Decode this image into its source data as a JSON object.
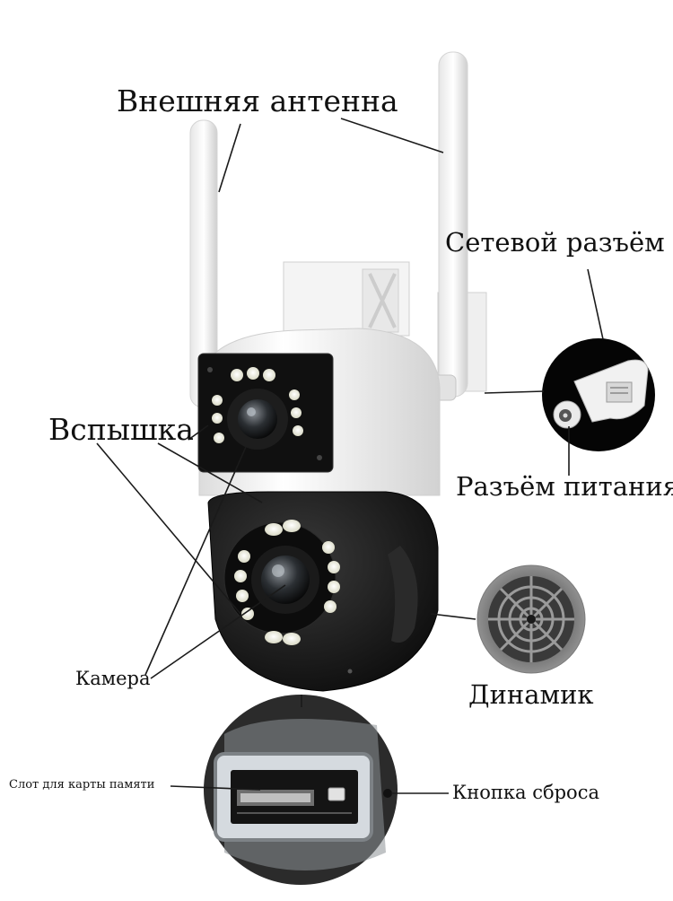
{
  "labels": {
    "external_antenna": "Внешняя антенна",
    "network_connector": "Сетевой разъём",
    "flash": "Вспышка",
    "power_connector": "Разъём питания",
    "camera": "Камера",
    "speaker": "Динамик",
    "memory_card_slot": "Слот для карты памяти",
    "reset_button": "Кнопка сброса"
  },
  "colors": {
    "housing_white": "#f2f2f2",
    "housing_black": "#141414",
    "led_white": "#f5f5e8",
    "leader_line": "#1a1a1a"
  }
}
